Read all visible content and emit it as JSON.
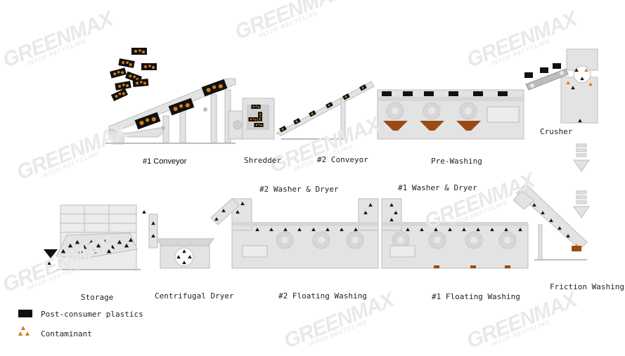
{
  "watermark": {
    "brand": "GREENMAX",
    "sub": "INTCO RECYCLING"
  },
  "stages": {
    "conveyor1": "#1 Conveyor",
    "shredder": "Shredder",
    "conveyor2": "#2 Conveyor",
    "prewashing": "Pre-Washing",
    "crusher": "Crusher",
    "friction": "Friction Washing",
    "floating1": "#1 Floating Washing",
    "washer1": "#1 Washer & Dryer",
    "floating2": "#2 Floating Washing",
    "washer2": "#2 Washer & Dryer",
    "centrifugal": "Centrifugal Dryer",
    "storage": "Storage"
  },
  "legend": {
    "plastics": "Post-consumer plastics",
    "contaminant": "Contaminant"
  },
  "colors": {
    "machine_fill": "#e3e3e3",
    "machine_stroke": "#bdbdbd",
    "plastic": "#111111",
    "contaminant": "#d77a14",
    "sludge": "#9a4a12"
  }
}
